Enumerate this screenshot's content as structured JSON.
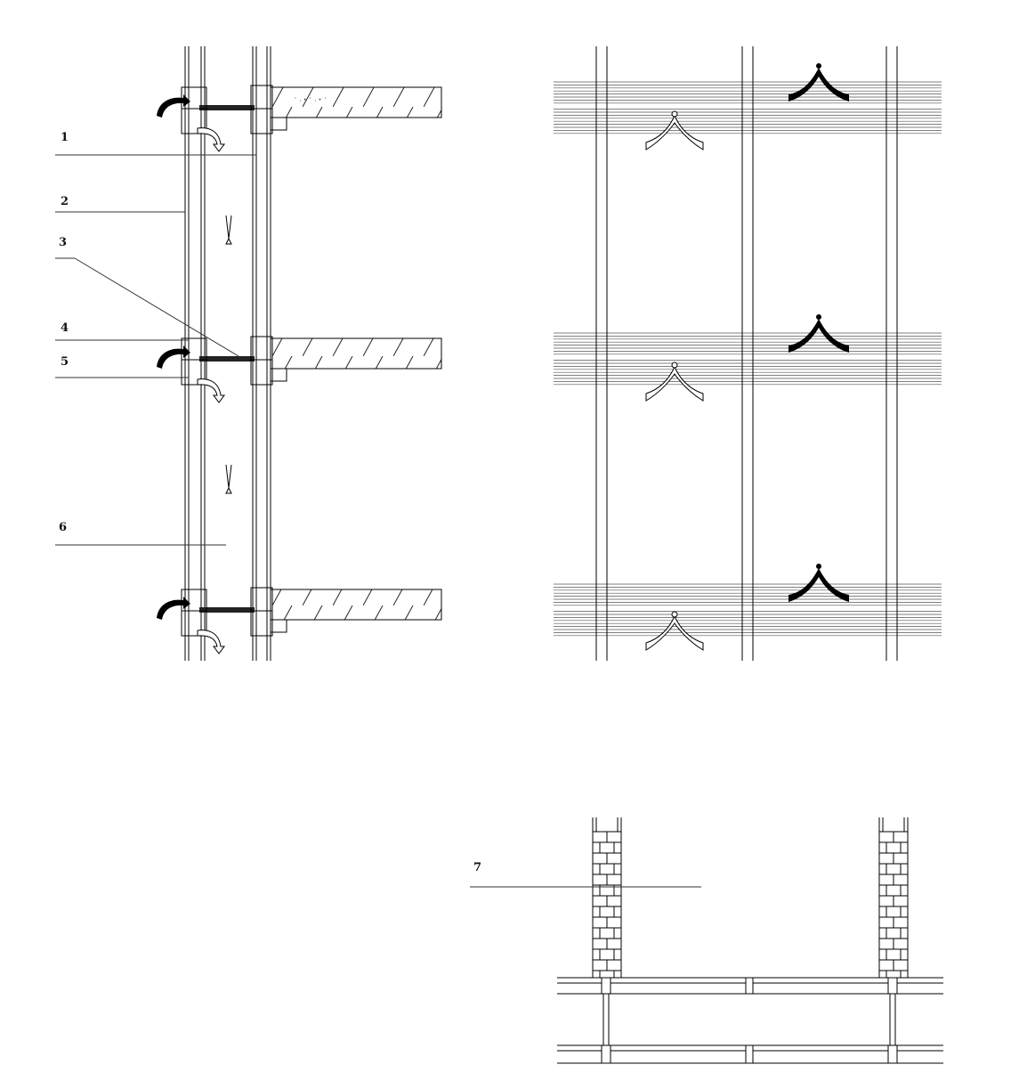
{
  "drawing": {
    "section_labels": [
      "1",
      "2",
      "3",
      "4",
      "5",
      "6"
    ],
    "plan_label": "7",
    "colors": {
      "ink": "#000000",
      "hatch": "#222222",
      "glass_lines": "#555555",
      "background": "#ffffff"
    }
  },
  "icons": {
    "air_outlet": "curved-arrow-icon",
    "air_inlet": "curved-arrow-icon",
    "airflow": "up-arrow-icon",
    "vent_black": "vent-black-icon",
    "vent_white": "vent-white-icon"
  }
}
